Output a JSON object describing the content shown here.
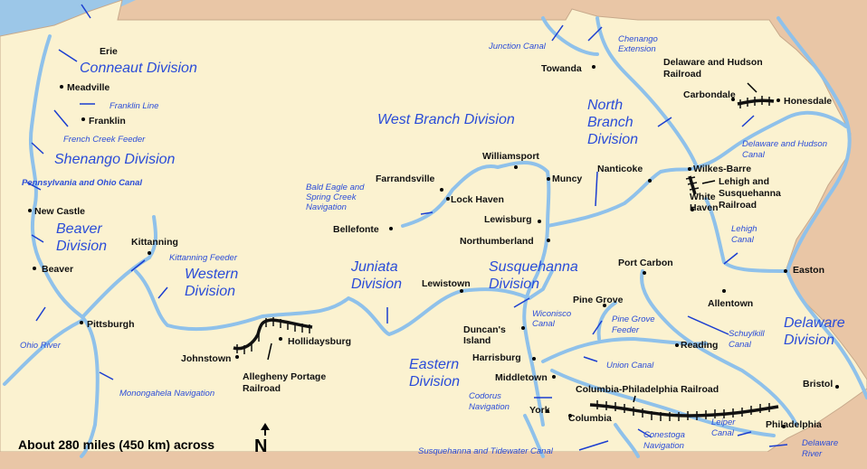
{
  "colors": {
    "land": "#fbf2d0",
    "outside": "#e9c6a6",
    "water": "#9cc7e8",
    "river": "#8fc1ea",
    "canal_label": "#2a4cd8",
    "railroad": "#111111"
  },
  "cities": [
    "Erie",
    "Meadville",
    "Franklin",
    "New Castle",
    "Beaver",
    "Kittanning",
    "Pittsburgh",
    "Johnstown",
    "Hollidaysburg",
    "Lewistown",
    "Bellefonte",
    "Farrandsville",
    "Lock Haven",
    "Williamsport",
    "Muncy",
    "Lewisburg",
    "Northumberland",
    "Duncan's Island",
    "Harrisburg",
    "Middletown",
    "York",
    "Columbia",
    "Philadelphia",
    "Bristol",
    "Easton",
    "Allentown",
    "Reading",
    "Port Carbon",
    "Pine Grove",
    "Nanticoke",
    "Wilkes-Barre",
    "White Haven",
    "Towanda",
    "Carbondale",
    "Honesdale"
  ],
  "divisions": [
    "Conneaut Division",
    "Shenango Division",
    "Beaver Division",
    "Western Division",
    "West Branch Division",
    "North Branch Division",
    "Juniata Division",
    "Susquehanna Division",
    "Eastern Division",
    "Delaware Division"
  ],
  "features": [
    "Franklin Line",
    "French Creek Feeder",
    "Pennsylvania and Ohio Canal",
    "Kittanning Feeder",
    "Ohio River",
    "Monongahela Navigation",
    "Bald Eagle and Spring Creek Navigation",
    "Wiconisco Canal",
    "Pine Grove Feeder",
    "Union Canal",
    "Codorus Navigation",
    "Susquehanna and Tidewater Canal",
    "Conestoga Navigation",
    "Leiper Canal",
    "Delaware River",
    "Schuylkill Canal",
    "Lehigh Canal",
    "Delaware and Hudson Canal",
    "Junction Canal",
    "Chenango Extension"
  ],
  "railroads": [
    "Delaware and Hudson Railroad",
    "Lehigh and Susquehanna Railroad",
    "Allegheny Portage Railroad",
    "Columbia-Philadelphia Railroad"
  ],
  "scale": {
    "label": "About 280 miles (450 km) across",
    "north": "N"
  }
}
